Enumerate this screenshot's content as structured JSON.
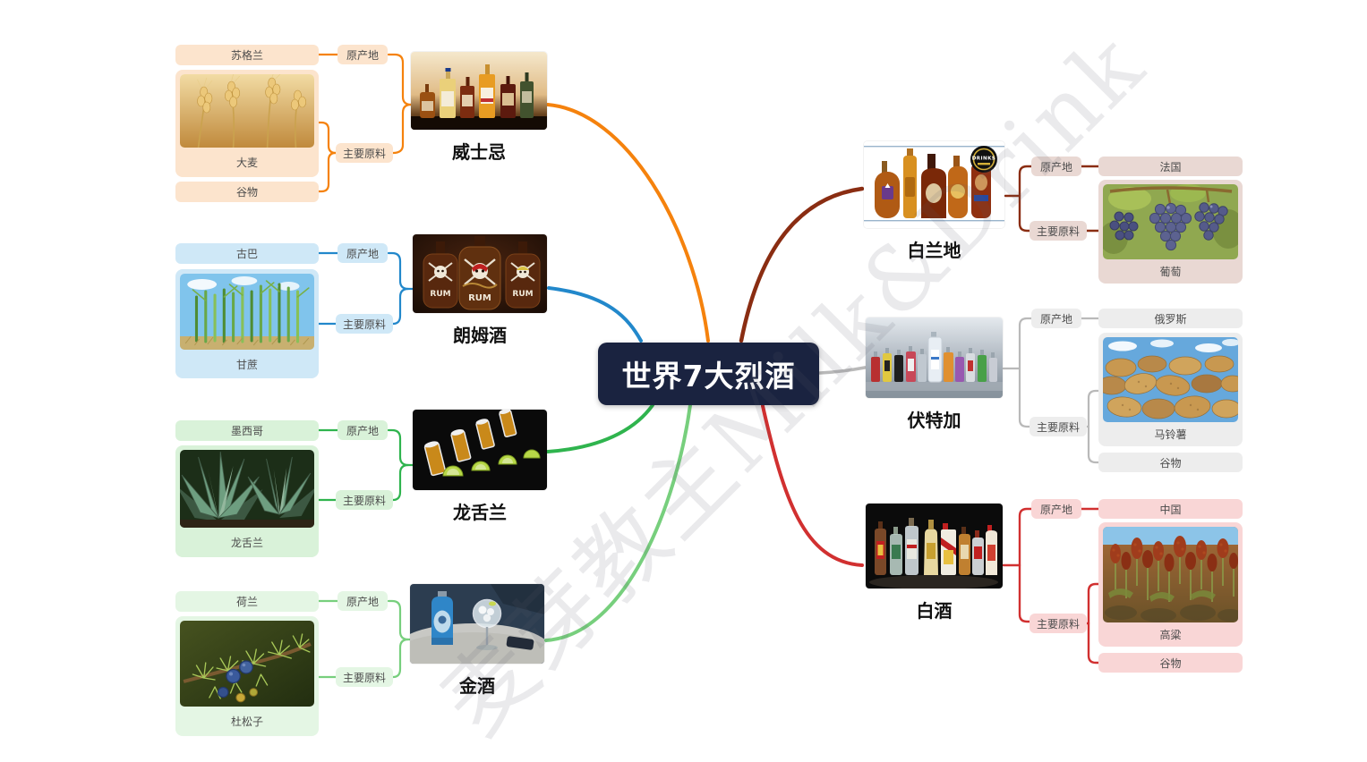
{
  "central": {
    "title": "世界7大烈酒"
  },
  "labels": {
    "origin": "原产地",
    "ingredient": "主要原料"
  },
  "watermark": {
    "cn": "麦芽教主",
    "en": "Milk&Drink",
    "combined": "麦芽教主Milk&Drink"
  },
  "branches": {
    "whisky": {
      "name": "威士忌",
      "color": "#F5820D",
      "fill": "#FCE4CD",
      "origin": "苏格兰",
      "ingredient1": "大麦",
      "ingredient2": "谷物"
    },
    "rum": {
      "name": "朗姆酒",
      "color": "#2288CB",
      "fill": "#CFE8F7",
      "origin": "古巴",
      "ingredient1": "甘蔗"
    },
    "tequila": {
      "name": "龙舌兰",
      "color": "#2FB44E",
      "fill": "#D9F2D9",
      "origin": "墨西哥",
      "ingredient1": "龙舌兰"
    },
    "gin": {
      "name": "金酒",
      "color": "#77CF7D",
      "fill": "#E4F6E4",
      "origin": "荷兰",
      "ingredient1": "杜松子"
    },
    "brandy": {
      "name": "白兰地",
      "color": "#8A2D12",
      "fill": "#E9D8D3",
      "origin": "法国",
      "ingredient1": "葡萄"
    },
    "vodka": {
      "name": "伏特加",
      "color": "#B9B9B9",
      "fill": "#EDEDED",
      "origin": "俄罗斯",
      "ingredient1": "马铃薯",
      "ingredient2": "谷物"
    },
    "baijiu": {
      "name": "白酒",
      "color": "#D13030",
      "fill": "#F9D6D6",
      "origin": "中国",
      "ingredient1": "高粱",
      "ingredient2": "谷物"
    }
  },
  "photo_texts": {
    "rum_bottle_label": "RUM",
    "drinks_badge": "DRINKS"
  }
}
